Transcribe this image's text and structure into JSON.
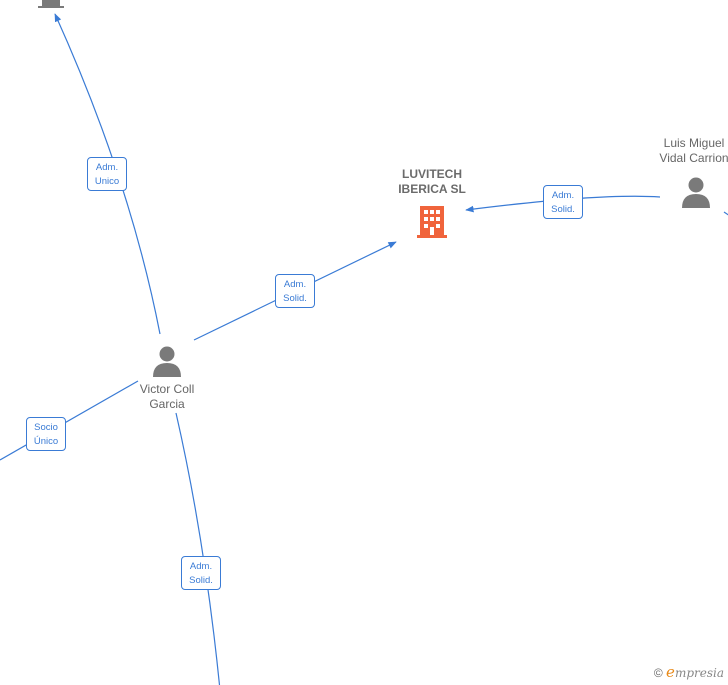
{
  "colors": {
    "edge": "#3a7bd5",
    "company_focus": "#f0643c",
    "company_other": "#7a7a7a",
    "person": "#7a7a7a"
  },
  "nodes": {
    "luvitech": {
      "line1": "LUVITECH",
      "line2": "IBERICA  SL",
      "icon": "building-icon"
    },
    "victor": {
      "line1": "Victor Coll",
      "line2": "Garcia",
      "icon": "person-icon"
    },
    "luis": {
      "line1": "Luis Miguel",
      "line2": "Vidal Carrion",
      "icon": "person-icon"
    },
    "top_company": {
      "icon": "building-icon"
    }
  },
  "edges": {
    "victor_top": {
      "line1": "Adm.",
      "line2": "Unico"
    },
    "victor_luvitech": {
      "line1": "Adm.",
      "line2": "Solid."
    },
    "luis_luvitech": {
      "line1": "Adm.",
      "line2": "Solid."
    },
    "victor_left": {
      "line1": "Socio",
      "line2": "Único"
    },
    "victor_bottom": {
      "line1": "Adm.",
      "line2": "Solid."
    }
  },
  "watermark": {
    "copyright": "©",
    "brand_initial": "e",
    "brand_rest": "mpresia"
  }
}
